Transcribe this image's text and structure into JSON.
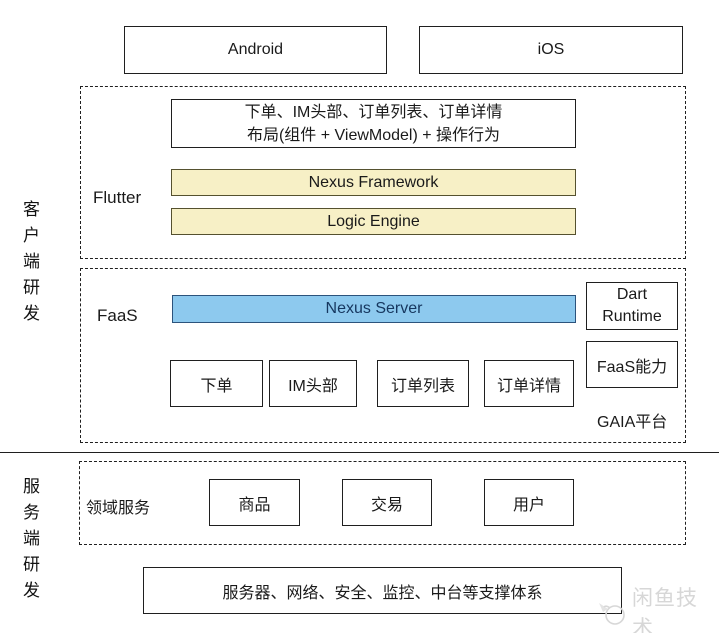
{
  "top_row": {
    "android_label": "Android",
    "ios_label": "iOS"
  },
  "left_labels": {
    "client_side": "客户端研发",
    "server_side": "服务端研发"
  },
  "flutter_section": {
    "label": "Flutter",
    "feature_line1": "下单、IM头部、订单列表、订单详情",
    "feature_line2": "布局(组件 + ViewModel) + 操作行为",
    "nexus_framework": "Nexus Framework",
    "logic_engine": "Logic Engine"
  },
  "faas_section": {
    "label": "FaaS",
    "nexus_server": "Nexus Server",
    "dart_runtime_line1": "Dart",
    "dart_runtime_line2": "Runtime",
    "faas_ability": "FaaS能力",
    "gaia_platform": "GAIA平台",
    "modules": [
      "下单",
      "IM头部",
      "订单列表",
      "订单详情"
    ]
  },
  "domain_section": {
    "label": "领域服务",
    "services": [
      "商品",
      "交易",
      "用户"
    ]
  },
  "infrastructure": {
    "support_label": "服务器、网络、安全、监控、中台等支撑体系"
  },
  "watermark": {
    "text": "闲鱼技术",
    "icon": "fish-logo-icon"
  },
  "colors": {
    "yellow_fill": "#F7F0C6",
    "blue_fill": "#8DC9EE",
    "blue_text": "#16375F",
    "border": "#1f1f1f",
    "watermark_gray": "#d7d7d7"
  }
}
